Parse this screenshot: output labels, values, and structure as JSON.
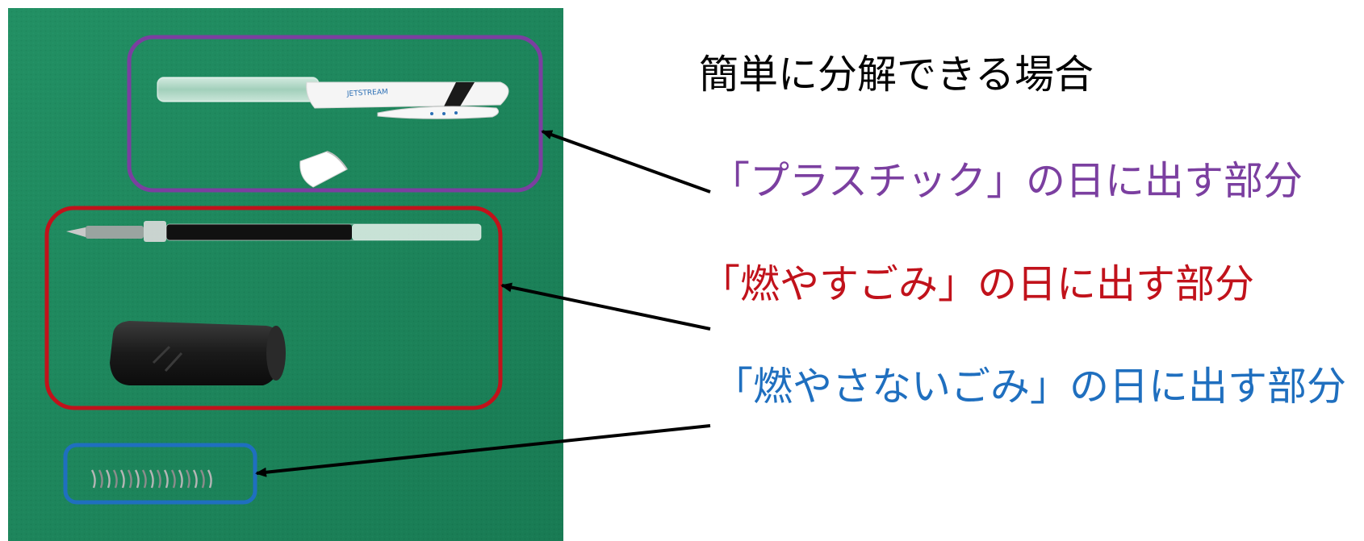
{
  "heading": "簡単に分解できる場合",
  "categories": [
    {
      "id": "plastic",
      "label": "「プラスチック」の日に出す部分",
      "color": "#7b3fa0"
    },
    {
      "id": "burnable",
      "label": "「燃やすごみ」の日に出す部分",
      "color": "#c1121b"
    },
    {
      "id": "nonburnable",
      "label": "「燃やさないごみ」の日に出す部分",
      "color": "#1f6fbf"
    }
  ],
  "colors": {
    "mat": "#1e8a5f",
    "arrow": "#000000"
  },
  "parts": {
    "pen_body_logo": "JETSTREAM"
  }
}
